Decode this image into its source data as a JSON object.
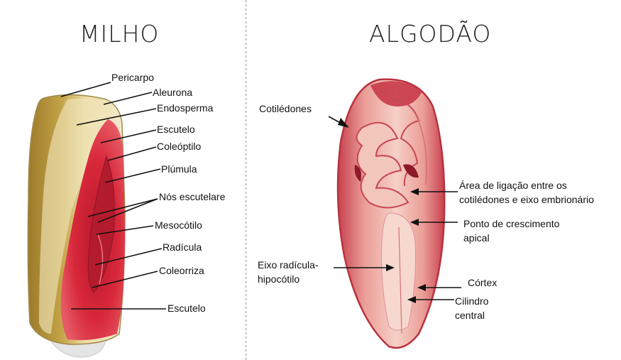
{
  "titles": {
    "left": "MILHO",
    "right": "ALGODÃO"
  },
  "milho_labels": {
    "pericarpo": "Pericarpo",
    "aleurona": "Aleurona",
    "endosperma": "Endosperma",
    "escutelo_top": "Escutelo",
    "coleoptilo": "Coleóptilo",
    "plumula": "Plúmula",
    "nos_escutelare": "Nós escutelare",
    "mesocotilo": "Mesocótilo",
    "radicula": "Radícula",
    "coleorriza": "Coleorriza",
    "escutelo_bottom": "Escutelo"
  },
  "algodao_labels": {
    "cotiledones": "Cotilédones",
    "area_ligacao": "Área de ligação entre os cotilédones e eixo embrionário",
    "ponto_crescimento": "Ponto de crescimento apical",
    "eixo_radicula": "Eixo radícula-hipocótilo",
    "cortex": "Córtex",
    "cilindro_central": "Cilindro central"
  },
  "colors": {
    "kernel_yellow": "#e8d9a0",
    "kernel_gold": "#b8963a",
    "embryo_red": "#d8283a",
    "seed_pink": "#f0b5ad",
    "seed_red": "#c83a48"
  }
}
